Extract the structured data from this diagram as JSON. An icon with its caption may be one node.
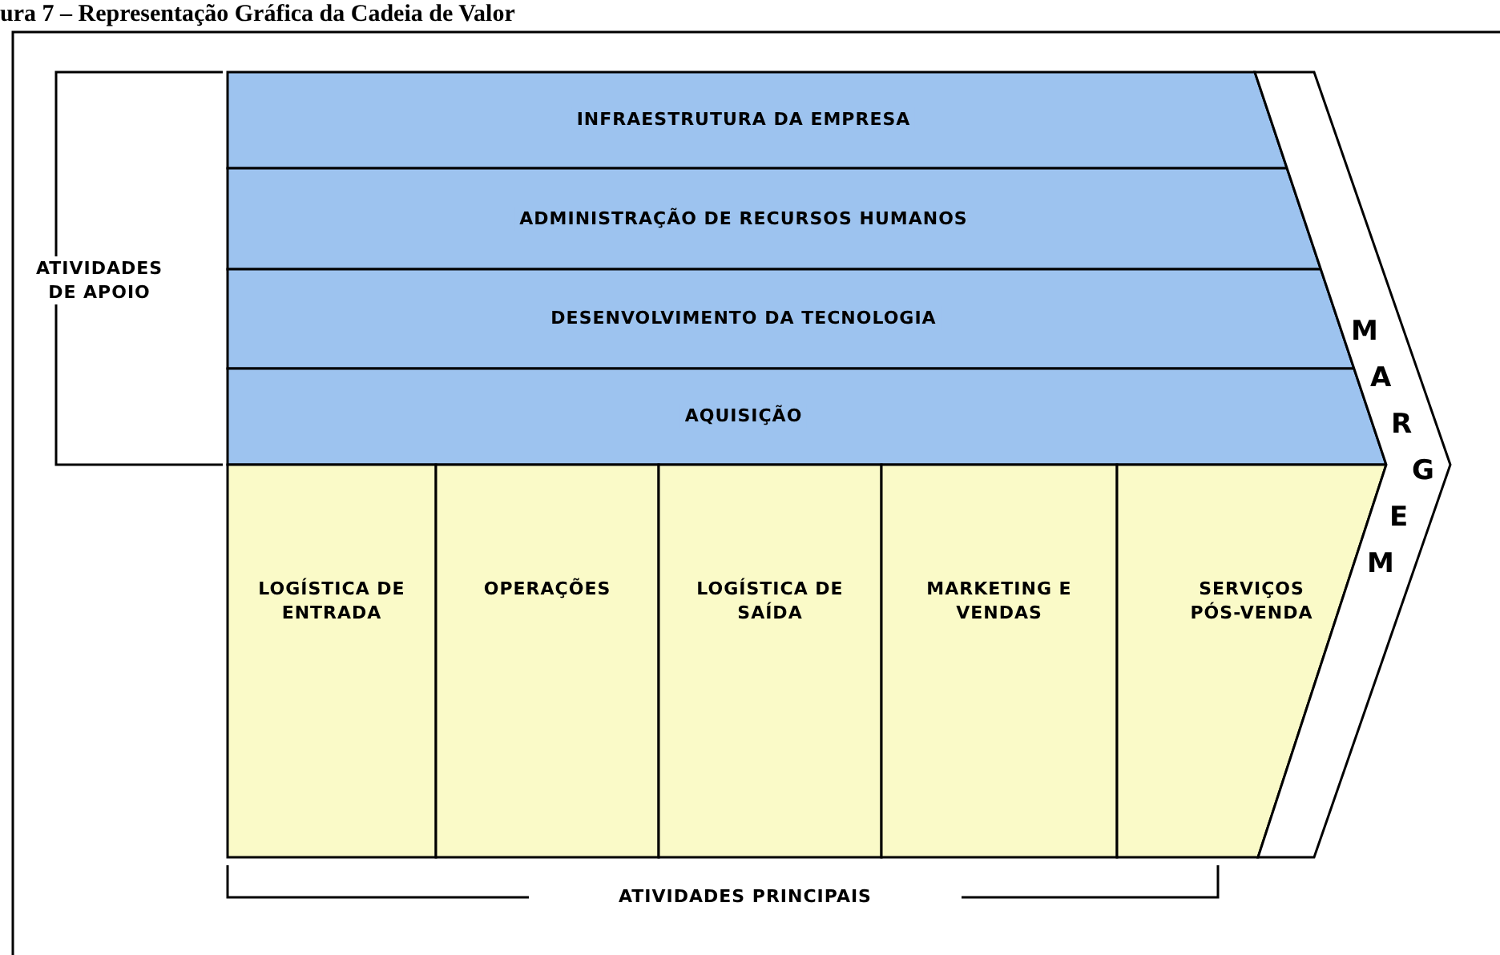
{
  "diagram": {
    "title": "ura 7 – Representação Gráfica da Cadeia de Valor",
    "nodes": [
      {
        "text": [
          "INFRAESTRUTURA DA EMPRESA"
        ]
      },
      {
        "text": [
          "ADMINISTRAÇÃO DE RECURSOS HUMANOS"
        ]
      },
      {
        "text": [
          "DESENVOLVIMENTO DA TECNOLOGIA"
        ]
      },
      {
        "text": [
          "AQUISIÇÃO"
        ]
      },
      {
        "text": [
          "LOGÍSTICA DE ENTRADA"
        ]
      },
      {
        "text": [
          "OPERAÇÕES"
        ]
      },
      {
        "text": [
          "LOGÍSTICA DE SAÍDA"
        ]
      },
      {
        "text": [
          "MARKETING E VENDAS"
        ]
      },
      {
        "text": [
          "SERVIÇOS PÓS-VENDA"
        ]
      },
      {
        "text": [
          "MARGEM"
        ]
      }
    ],
    "edges": [],
    "labels": [
      "ATIVIDADES DE APOIO",
      "ATIVIDADES PRINCIPAIS"
    ]
  }
}
